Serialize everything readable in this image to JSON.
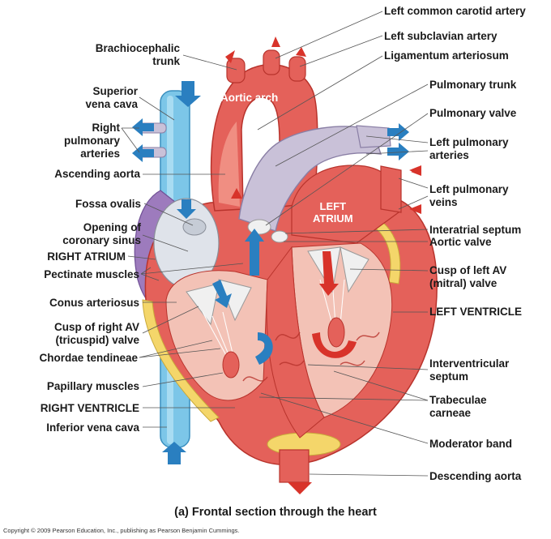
{
  "labels_left": [
    {
      "id": "brachiocephalic",
      "text": "Brachiocephalic\ntrunk"
    },
    {
      "id": "svc",
      "text": "Superior\nvena cava"
    },
    {
      "id": "rpa",
      "text": "Right\npulmonary\narteries"
    },
    {
      "id": "asc-aorta",
      "text": "Ascending aorta"
    },
    {
      "id": "fossa",
      "text": "Fossa ovalis"
    },
    {
      "id": "coronary-sinus",
      "text": "Opening of\ncoronary sinus"
    },
    {
      "id": "right-atrium",
      "text": "RIGHT ATRIUM"
    },
    {
      "id": "pectinate",
      "text": "Pectinate muscles"
    },
    {
      "id": "conus",
      "text": "Conus arteriosus"
    },
    {
      "id": "tricuspid",
      "text": "Cusp of right AV\n(tricuspid) valve"
    },
    {
      "id": "chordae",
      "text": "Chordae tendineae"
    },
    {
      "id": "papillary",
      "text": "Papillary muscles"
    },
    {
      "id": "right-ventricle",
      "text": "RIGHT VENTRICLE"
    },
    {
      "id": "ivc",
      "text": "Inferior vena cava"
    }
  ],
  "labels_right": [
    {
      "id": "lcca",
      "text": "Left common carotid artery"
    },
    {
      "id": "lsa",
      "text": "Left subclavian artery"
    },
    {
      "id": "lig-art",
      "text": "Ligamentum arteriosum"
    },
    {
      "id": "pulm-trunk",
      "text": "Pulmonary trunk"
    },
    {
      "id": "pulm-valve",
      "text": "Pulmonary valve"
    },
    {
      "id": "lpa",
      "text": "Left pulmonary\narteries"
    },
    {
      "id": "lpv",
      "text": "Left pulmonary\nveins"
    },
    {
      "id": "interatrial",
      "text": "Interatrial septum"
    },
    {
      "id": "aortic-valve",
      "text": "Aortic valve"
    },
    {
      "id": "mitral",
      "text": "Cusp of left AV\n(mitral) valve"
    },
    {
      "id": "left-ventricle",
      "text": "LEFT VENTRICLE"
    },
    {
      "id": "interventricular",
      "text": "Interventricular\nseptum"
    },
    {
      "id": "trabeculae",
      "text": "Trabeculae\ncarneae"
    },
    {
      "id": "moderator",
      "text": "Moderator band"
    },
    {
      "id": "desc-aorta",
      "text": "Descending aorta"
    }
  ],
  "inner_labels": {
    "aortic_arch": "Aortic arch",
    "left_atrium": "LEFT\nATRIUM"
  },
  "caption": "(a) Frontal section through the heart",
  "copyright": "Copyright © 2009 Pearson Education, Inc., publishing as Pearson Benjamin Cummings.",
  "colors": {
    "muscle": "#e4615a",
    "muscle_light": "#f08e82",
    "muscle_dark": "#b8332c",
    "cavity": "#f3c2b6",
    "vein": "#7cc6e8",
    "vein_dark": "#3a8fbf",
    "pulmonary_trunk": "#c9c1d8",
    "fat": "#f4d66a",
    "atrium_purple": "#9d7bbd",
    "valve": "#f0f0f0",
    "flow_red": "#d8332a",
    "flow_blue": "#2a7fc0"
  }
}
